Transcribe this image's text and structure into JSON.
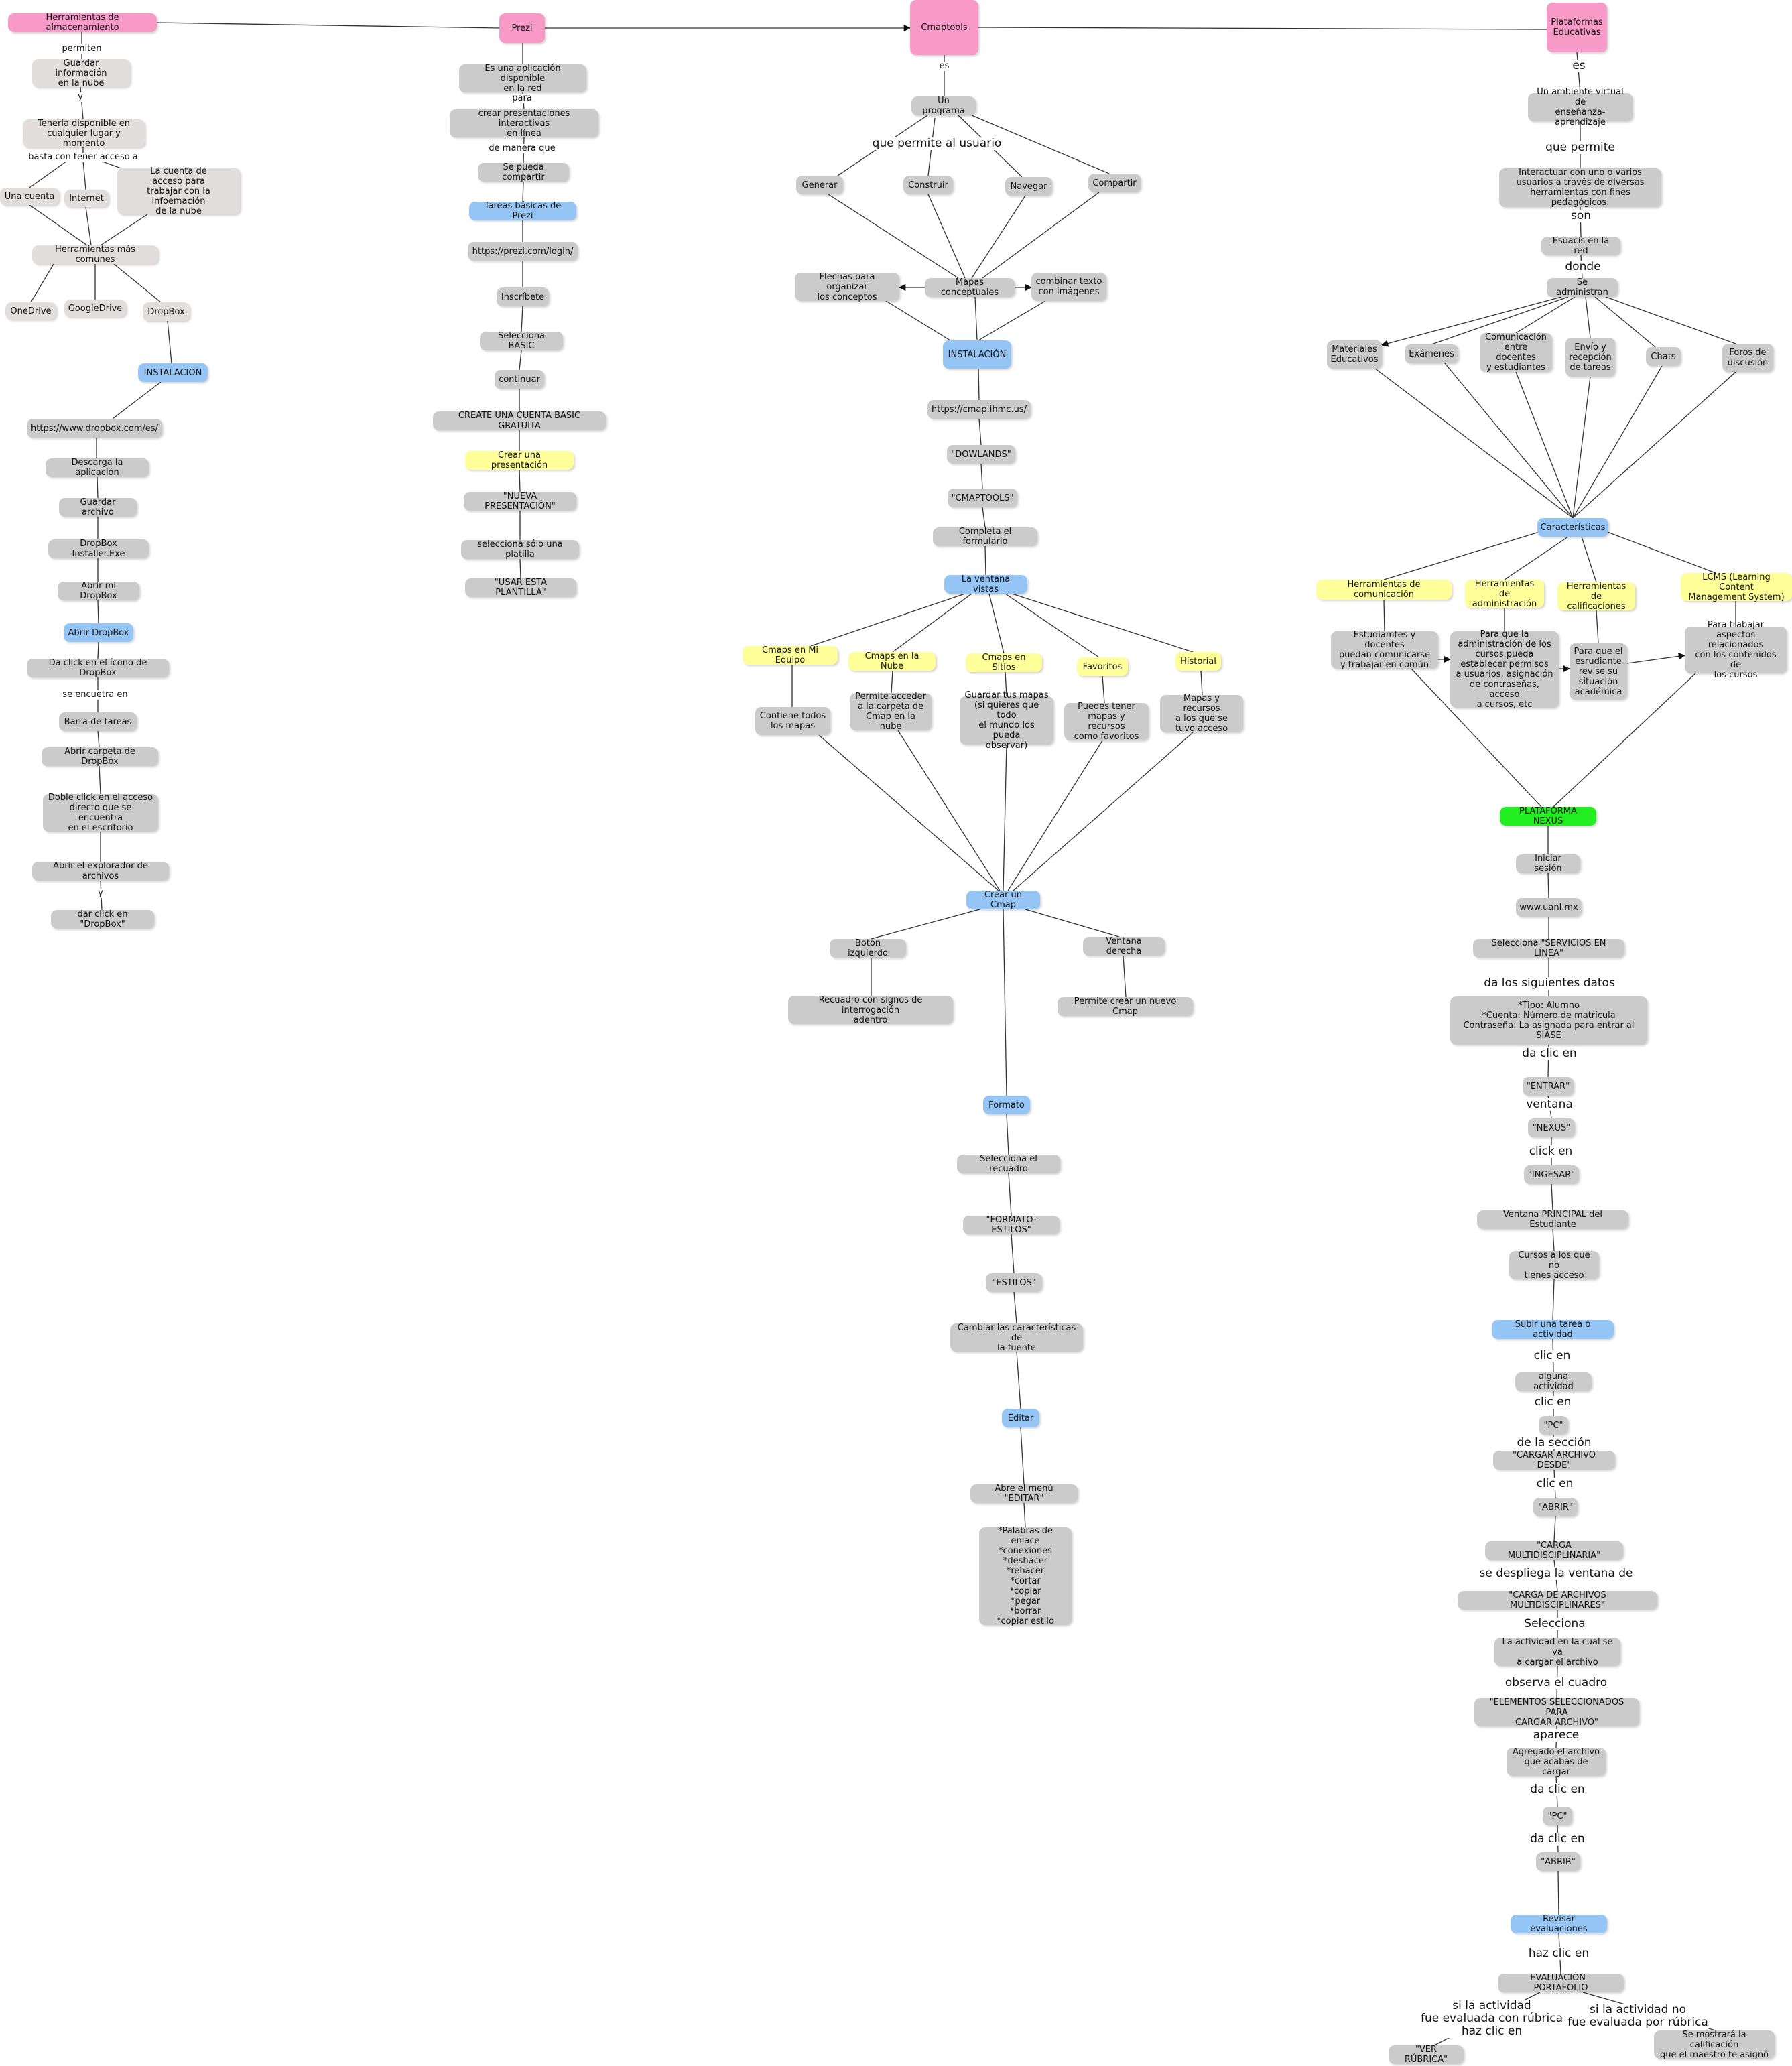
{
  "colors": {
    "gray": "#cbcbcb",
    "light_gray": "#e2dedd",
    "pink": "#f79ac7",
    "blue": "#94c5f5",
    "yellow": "#ffff99",
    "green": "#22ee22",
    "line": "#333333"
  },
  "nodes": {
    "n1": "Herramientas de almacenamiento",
    "n2": "Prezi",
    "n3": "Cmaptools",
    "n4": "Plataformas\nEducativas",
    "a1": "Guardar información\nen la nube",
    "a2": "Tenerla disponible en\ncualquier lugar y momento",
    "a3": "Una cuenta",
    "a4": "Internet",
    "a5": "La cuenta de\nacceso para\ntrabajar con la infoemación\nde la nube",
    "a6": "Herramientas más comunes",
    "a7": "OneDrive",
    "a8": "GoogleDrive",
    "a9": "DropBox",
    "a10": "INSTALACIÓN",
    "a11": "https://www.dropbox.com/es/",
    "a12": "Descarga la aplicación",
    "a13": "Guardar archivo",
    "a14": "DropBox Installer.Exe",
    "a15": "Abrir mi DropBox",
    "a16": "Abrir DropBox",
    "a17": "Da click en el ícono de DropBox",
    "a18": "Barra de tareas",
    "a19": "Abrir carpeta de DropBox",
    "a20": "Doble click en el acceso\ndirecto que se encuentra\nen el escritorio",
    "a21": "Abrir el explorador de archivos",
    "a22": "dar click en \"DropBox\"",
    "b1": "Es una aplicación disponible\nen la red",
    "b2": "crear presentaciones interactivas\nen línea",
    "b3": "Se pueda compartir",
    "b4": "Tareas básicas de Prezi",
    "b5": "https://prezi.com/login/",
    "b6": "Inscríbete",
    "b7": "Selecciona BASIC",
    "b8": "continuar",
    "b9": "CREATE UNA CUENTA BASIC GRATUITA",
    "b10": "Crear una presentación",
    "b11": "\"NUEVA PRESENTACIÓN\"",
    "b12": "selecciona sólo una platilla",
    "b13": "\"USAR ESTA PLANTILLA\"",
    "c1": "Un programa",
    "c2": "Generar",
    "c3": "Construir",
    "c4": "Navegar",
    "c5": "Compartir",
    "c6": "Flechas para organizar\nlos conceptos",
    "c7": "Mapas conceptuales",
    "c8": "combinar texto\ncon imágenes",
    "c9": "INSTALACIÓN",
    "c10": "https://cmap.ihmc.us/",
    "c11": "\"DOWLANDS\"",
    "c12": "\"CMAPTOOLS\"",
    "c13": "Completa el formulario",
    "c14": "La ventana vistas",
    "c15": "Cmaps en Mi Equipo",
    "c16": "Cmaps en la Nube",
    "c17": "Cmaps en Sitios",
    "c18": "Favoritos",
    "c19": "Historial",
    "c20": "Contiene todos\nlos mapas",
    "c21": "Permite acceder\na la carpeta de\nCmap en la nube",
    "c22": "Guardar tus mapas\n(si quieres que todo\nel mundo los pueda\nobservar)",
    "c23": "Puedes tener\nmapas y recursos\ncomo favoritos",
    "c24": "Mapas y recursos\na los que se\ntuvo acceso",
    "c25": "Crear un Cmap",
    "c26": "Botón izquierdo",
    "c27": "Ventana derecha",
    "c28": "Recuadro con signos de interrogación\nadentro",
    "c29": "Permite crear un nuevo Cmap",
    "c30": "Formato",
    "c31": "Selecciona el recuadro",
    "c32": "\"FORMATO-ESTILOS\"",
    "c33": "\"ESTILOS\"",
    "c34": "Cambiar las características de\nla fuente",
    "c35": "Editar",
    "c36": "Abre el menú \"EDITAR\"",
    "c37": "*Palabras de enlace\n*conexiones\n*deshacer\n*rehacer\n*cortar\n*copiar\n*pegar\n*borrar\n*copiar estilo",
    "d1": "Un ambiente virtual de\nenseñanza-aprendizaje",
    "d2": "Interactuar con uno o varios\nusuarios a través de diversas\nherramientas con fines pedagógicos.",
    "d3": "Esoacis en la red",
    "d4": "Se administran",
    "d5": "Materiales\nEducativos",
    "d6": "Exámenes",
    "d7": "Comunicación\nentre docentes\ny estudiantes",
    "d8": "Envío y\nrecepción\nde tareas",
    "d9": "Chats",
    "d10": "Foros de\ndiscusión",
    "d11": "Características",
    "d12": "Herramientas de comunicación",
    "d13": "Herramientas de\nadministración",
    "d14": "Herramientas de\ncalificaciones",
    "d15": "LCMS (Learning Content\nManagement System)",
    "d16": "Estudiamtes y docentes\npuedan comunicarse\ny trabajar en común",
    "d17": "Para que la\nadministración de los\ncursos pueda\nestablecer permisos\na usuarios, asignación\nde contraseñas, acceso\na cursos, etc",
    "d18": "Para que el\nesrudiante\nrevise su\nsituación\nacadémica",
    "d19": "Para trabajar aspectos\nrelacionados\ncon los contenidos de\nlos cursos",
    "d20": "PLATAFORMA NEXUS",
    "d21": "Iniciar sesión",
    "d22": "www.uanl.mx",
    "d23": "Selecciona \"SERVICIOS EN LÍNEA\"",
    "d24": "*Tipo: Alumno\n*Cuenta: Número de matrícula\nContraseña: La asignada para entrar al SIASE",
    "d25": "\"ENTRAR\"",
    "d26": "\"NEXUS\"",
    "d27": "\"INGESAR\"",
    "d28": "Ventana PRINCIPAL del Estudiante",
    "d29": "Cursos a los que no\ntienes acceso",
    "d30": "Subir una tarea o actividad",
    "d31": "alguna actividad",
    "d32": "\"PC\"",
    "d33": "\"CARGAR ARCHIVO DESDE\"",
    "d34": "\"ABRIR\"",
    "d35": "\"CARGA MULTIDISCIPLINARIA\"",
    "d36": "\"CARGA DE ARCHIVOS MULTIDISCIPLINARES\"",
    "d37": "La actividad en la cual se va\na cargar el archivo",
    "d38": "\"ELEMENTOS SELECCIONADOS PARA\nCARGAR ARCHIVO\"",
    "d39": "Agregado el archivo\nque acabas de cargar",
    "d40": "\"PC\"",
    "d41": "\"ABRIR\"",
    "d42": "Revisar evaluaciones",
    "d43": "EVALUACIÓN - PORTAFOLIO",
    "d44": "\"VER RÚBRICA\"",
    "d45": "Se mostrará la calificación\nque el maestro te asignó"
  },
  "labels": {
    "l1": "permiten",
    "l2": "y",
    "l3": "basta con tener acceso a",
    "l4": "se encuetra en",
    "l5": "y",
    "l6": "para",
    "l7": "de manera que",
    "l8": "es",
    "l9": "que permite al usuario",
    "l10": "es",
    "l11": "que permite",
    "l12": "son",
    "l13": "donde",
    "l14": "da los siguientes datos",
    "l15": "da clic en",
    "l16": "ventana",
    "l17": "click en",
    "l18": "clic en",
    "l19": "clic en",
    "l20": "de la sección",
    "l21": "clic en",
    "l22": "se despliega la ventana de",
    "l23": "Selecciona",
    "l24": "observa el cuadro",
    "l25": "aparece",
    "l26": "da clic en",
    "l27": "da clic en",
    "l28": "haz clic en",
    "l29": "si la actividad\nfue evaluada con rúbrica\nhaz clic en",
    "l30": "si la actividad no\nfue evaluada por rúbrica"
  }
}
